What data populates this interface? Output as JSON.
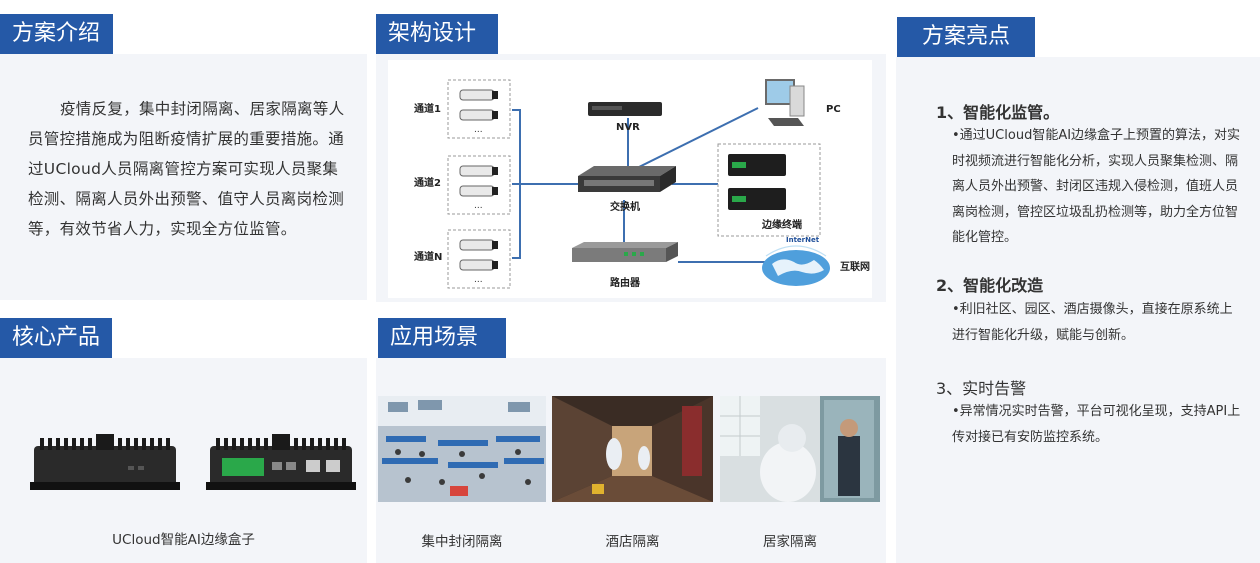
{
  "intro": {
    "tab": "方案介绍",
    "text": "疫情反复，集中封闭隔离、居家隔离等人员管控措施成为阻断疫情扩展的重要措施。通过UCloud人员隔离管控方案可实现人员聚集检测、隔离人员外出预警、值守人员离岗检测等，有效节省人力，实现全方位监管。"
  },
  "architecture": {
    "tab": "架构设计",
    "channels": [
      "通道1",
      "通道2",
      "通道N"
    ],
    "ellipsis": "...",
    "nvr": "NVR",
    "pc": "PC",
    "switch": "交换机",
    "edge": "边缘终端",
    "router": "路由器",
    "internet_logo": "InterNet",
    "internet": "互联网"
  },
  "product": {
    "tab": "核心产品",
    "caption": "UCloud智能AI边缘盒子"
  },
  "scenes": {
    "tab": "应用场景",
    "items": [
      {
        "label": "集中封闭隔离"
      },
      {
        "label": "酒店隔离"
      },
      {
        "label": "居家隔离"
      }
    ]
  },
  "highlights": {
    "tab": "方案亮点",
    "items": [
      {
        "title": "1、智能化监管。",
        "desc": "•通过UCloud智能AI边缘盒子上预置的算法，对实时视频流进行智能化分析，实现人员聚集检测、隔离人员外出预警、封闭区违规入侵检测，值班人员离岗检测，管控区垃圾乱扔检测等，助力全方位智能化管控。"
      },
      {
        "title": "2、智能化改造",
        "desc": "•利旧社区、园区、酒店摄像头，直接在原系统上进行智能化升级，赋能与创新。"
      },
      {
        "title": "3、实时告警",
        "desc": "•异常情况实时告警，平台可视化呈现，支持API上传对接已有安防监控系统。"
      }
    ]
  },
  "colors": {
    "accent": "#2559a7",
    "panel": "#f3f5f9",
    "line": "#3d6fb0"
  }
}
